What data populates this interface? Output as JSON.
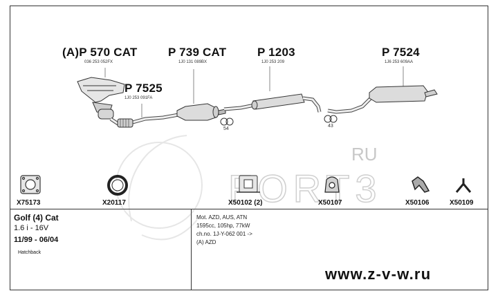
{
  "parts": {
    "p570": {
      "code": "(A)P 570 CAT",
      "oem": "036 253 052FX"
    },
    "p739": {
      "code": "P 739 CAT",
      "oem": "1J0 131 089BX"
    },
    "p1203": {
      "code": "P 1203",
      "oem": "1J0 253 209"
    },
    "p7524": {
      "code": "P 7524",
      "oem": "1J6 253 609AA"
    },
    "p7525": {
      "code": "P 7525",
      "oem": "1J0 253 091FA"
    }
  },
  "hanger_numbers": {
    "h54": "54",
    "h43": "43"
  },
  "accessories": [
    {
      "code": "X75173",
      "icon": "gasket-square-icon"
    },
    {
      "code": "X20117",
      "icon": "ring-gasket-icon"
    },
    {
      "code": "X50102 (2)",
      "icon": "rubber-mount-icon"
    },
    {
      "code": "X50107",
      "icon": "rubber-hanger-icon"
    },
    {
      "code": "X50106",
      "icon": "bracket-icon"
    },
    {
      "code": "X50109",
      "icon": "y-bracket-icon"
    }
  ],
  "vehicle": {
    "model": "Golf (4) Cat",
    "engine": "1.6 i - 16V",
    "years": "11/99 - 06/04",
    "body": "Hatchback"
  },
  "specs": {
    "line1": "Mot. AZD, AUS, ATN",
    "line2": "1595cc, 105hp, 77kW",
    "line3": "ch.no. 1J-Y-062 001 ->",
    "line4": "(A) AZD"
  },
  "watermark": {
    "text": "RU",
    "brand": "FORT3"
  },
  "website": "www.z-v-w.ru",
  "colors": {
    "line": "#333333",
    "part": "#555555",
    "fill": "#d9d9d9"
  }
}
